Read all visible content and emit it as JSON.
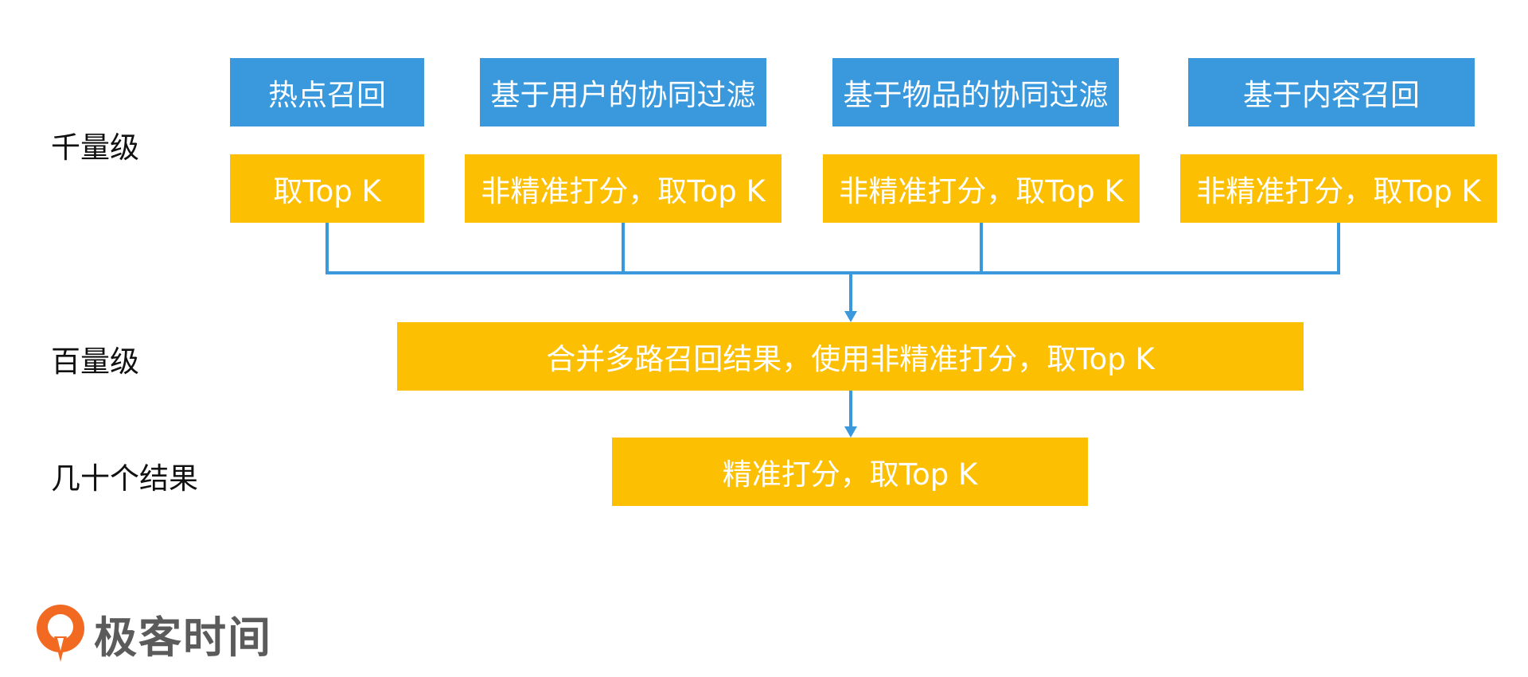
{
  "levels": {
    "thousand": "千量级",
    "hundred": "百量级",
    "tens": "几十个结果"
  },
  "recall_sources": [
    {
      "name": "热点召回",
      "score": "取Top K"
    },
    {
      "name": "基于用户的协同过滤",
      "score": "非精准打分，取Top K"
    },
    {
      "name": "基于物品的协同过滤",
      "score": "非精准打分，取Top K"
    },
    {
      "name": "基于内容召回",
      "score": "非精准打分，取Top K"
    }
  ],
  "merge_step": "合并多路召回结果，使用非精准打分，取Top K",
  "final_step": "精准打分，取Top K",
  "logo_text": "极客时间",
  "colors": {
    "blue": "#3a98dc",
    "yellow": "#fcbf01",
    "connector": "#3a98dc",
    "logo_orange": "#f26a21"
  }
}
